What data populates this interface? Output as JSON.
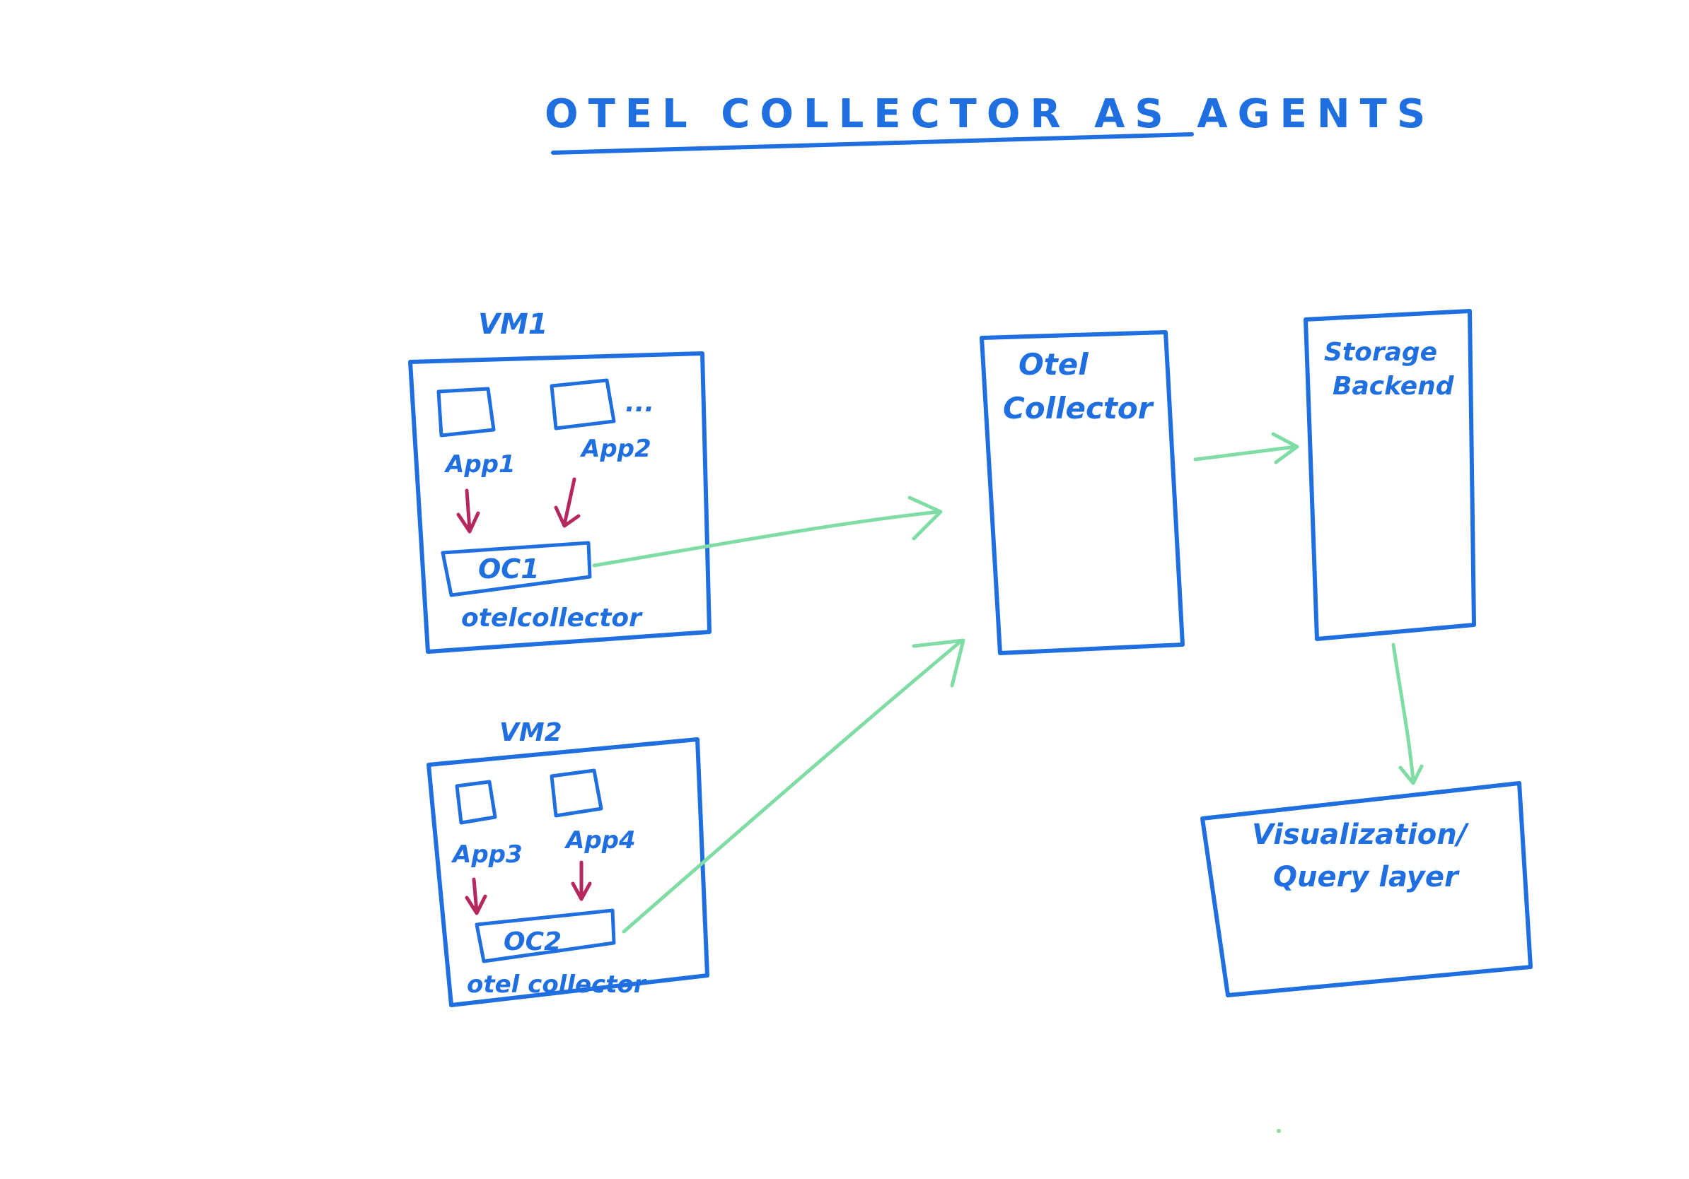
{
  "title": "OTEL COLLECTOR AS AGENTS",
  "vm1": {
    "label": "VM1",
    "apps": [
      "App1",
      "App2"
    ],
    "ellipsis": "...",
    "collector_box": "OC1",
    "collector_caption": "otelcollector"
  },
  "vm2": {
    "label": "VM2",
    "apps": [
      "App3",
      "App4"
    ],
    "collector_box": "OC2",
    "collector_caption": "otel collector"
  },
  "central_collector": {
    "line1": "Otel",
    "line2": "Collector"
  },
  "storage": {
    "line1": "Storage",
    "line2": "Backend"
  },
  "visualization": {
    "line1": "Visualization/",
    "line2": "Query layer"
  },
  "colors": {
    "ink": "#1f6fe0",
    "app_arrow": "#b5275f",
    "flow_arrow": "#7fdca5"
  }
}
